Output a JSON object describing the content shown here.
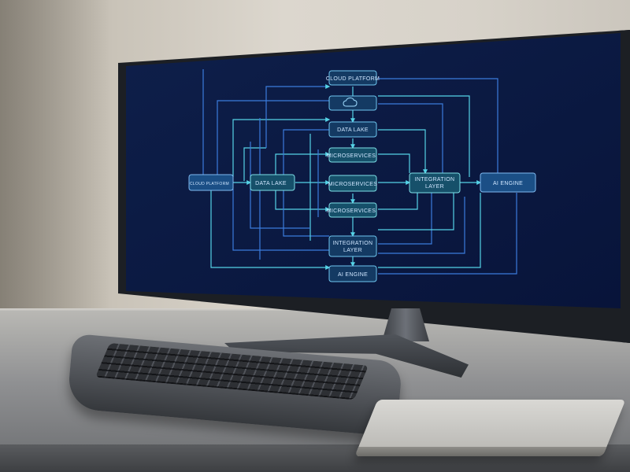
{
  "scene": {
    "description_labels": {
      "cloud_platform": "CLOUD PLATFORM",
      "left_node": "CLOUD PLATFORM",
      "data_lake_top": "DATA LAKE",
      "data_lake_left": "DATA LAKE",
      "microservices_1": "MICROSERVICES",
      "microservices_2": "MICROSERVICES",
      "microservices_3": "MICROSERVICES",
      "integration_right_1": "INTEGRATION",
      "integration_right_2": "LAYER",
      "integration_bottom_1": "INTEGRATION",
      "integration_bottom_2": "LAYER",
      "ai_engine_right": "AI ENGINE",
      "ai_engine_bottom": "AI ENGINE"
    },
    "colors": {
      "screen_bg": "#0b1a3f",
      "line_cyan": "#55d3e6",
      "line_blue": "#3b7bdc",
      "node_fill": "#143a63",
      "node_border": "#6fc7f0"
    },
    "icons": {
      "cloud": "cloud-icon"
    }
  }
}
